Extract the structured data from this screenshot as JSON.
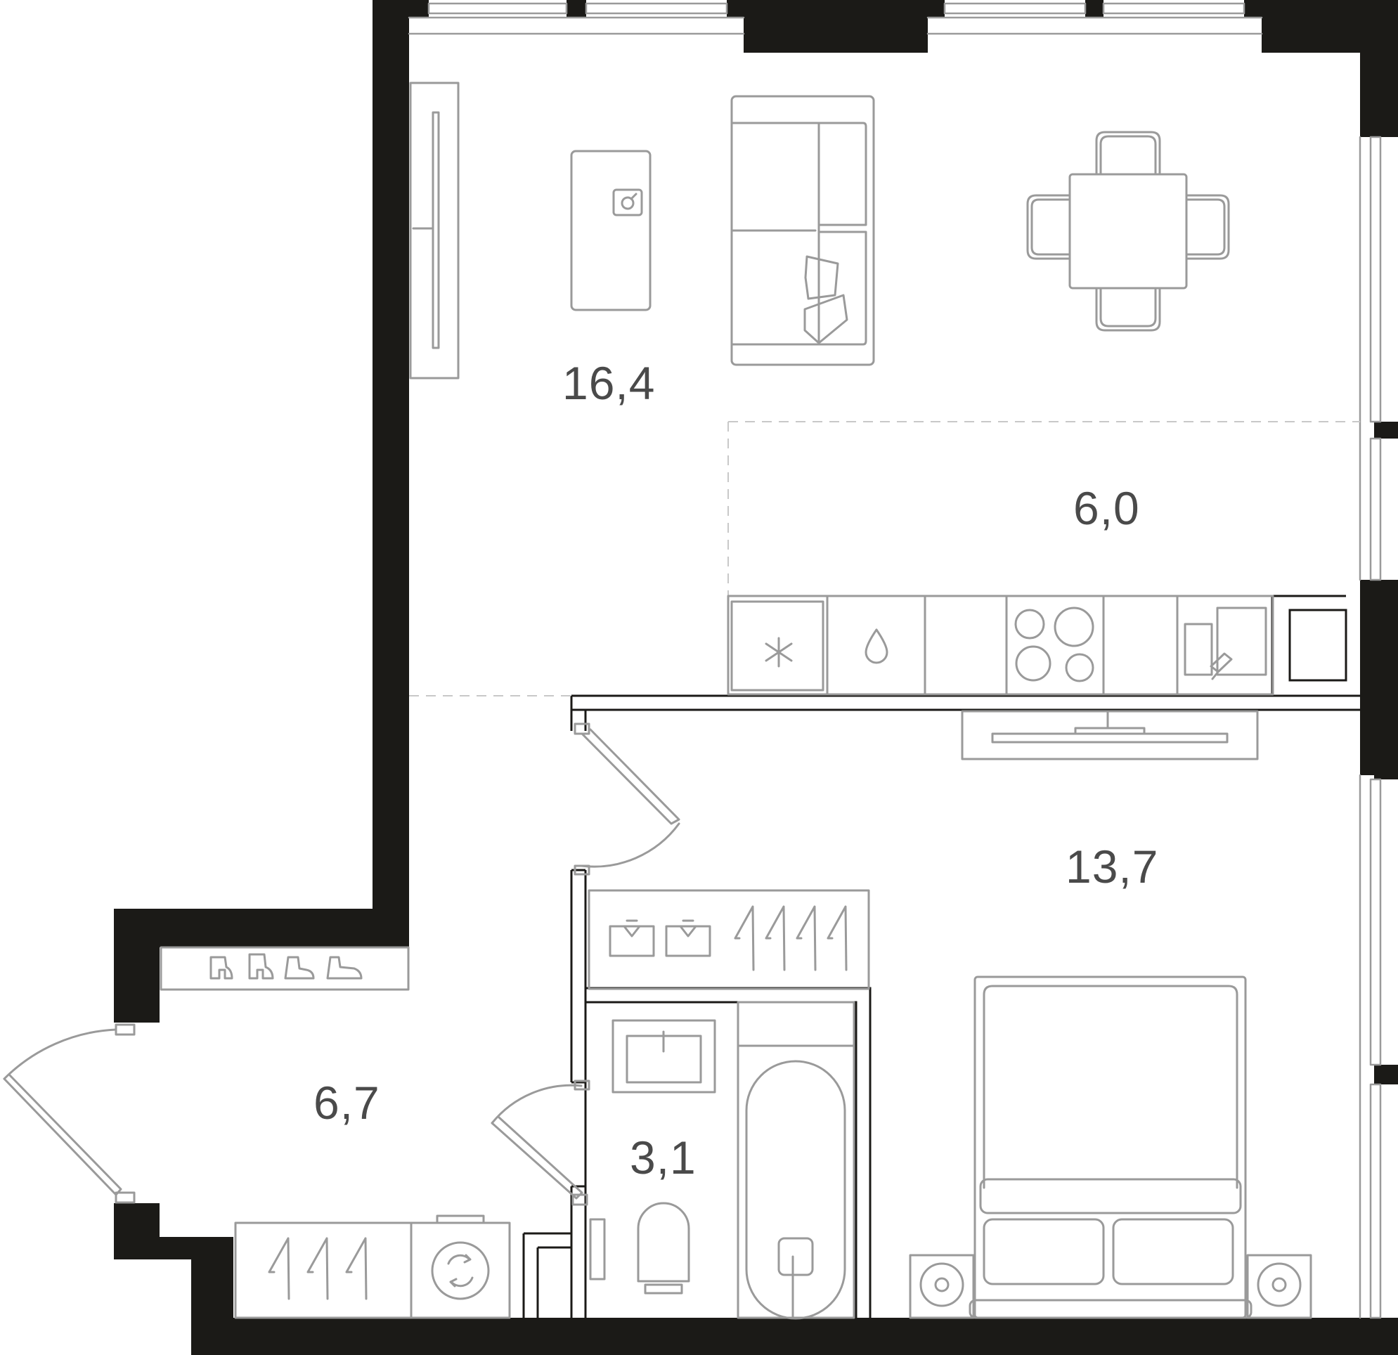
{
  "rooms": [
    {
      "id": "living",
      "area": "16,4"
    },
    {
      "id": "kitchen",
      "area": "6,0"
    },
    {
      "id": "bedroom",
      "area": "13,7"
    },
    {
      "id": "hall",
      "area": "6,7"
    },
    {
      "id": "bathroom",
      "area": "3,1"
    }
  ],
  "colors": {
    "wall": "#1b1a17",
    "furniture_stroke": "#9a9a9a",
    "label": "#4a4a4a",
    "zone_divider": "#c8c8c8"
  },
  "icons": [
    "fridge-icon",
    "sink-drop-icon",
    "cooktop-icon",
    "oven-icon",
    "tv-icon",
    "sofa-icon",
    "dining-table-icon",
    "bed-icon",
    "wardrobe-hanger-icon",
    "shoe-rack-icon",
    "washing-machine-icon",
    "bathtub-icon",
    "toilet-icon",
    "washbasin-icon",
    "door-swing-icon"
  ]
}
